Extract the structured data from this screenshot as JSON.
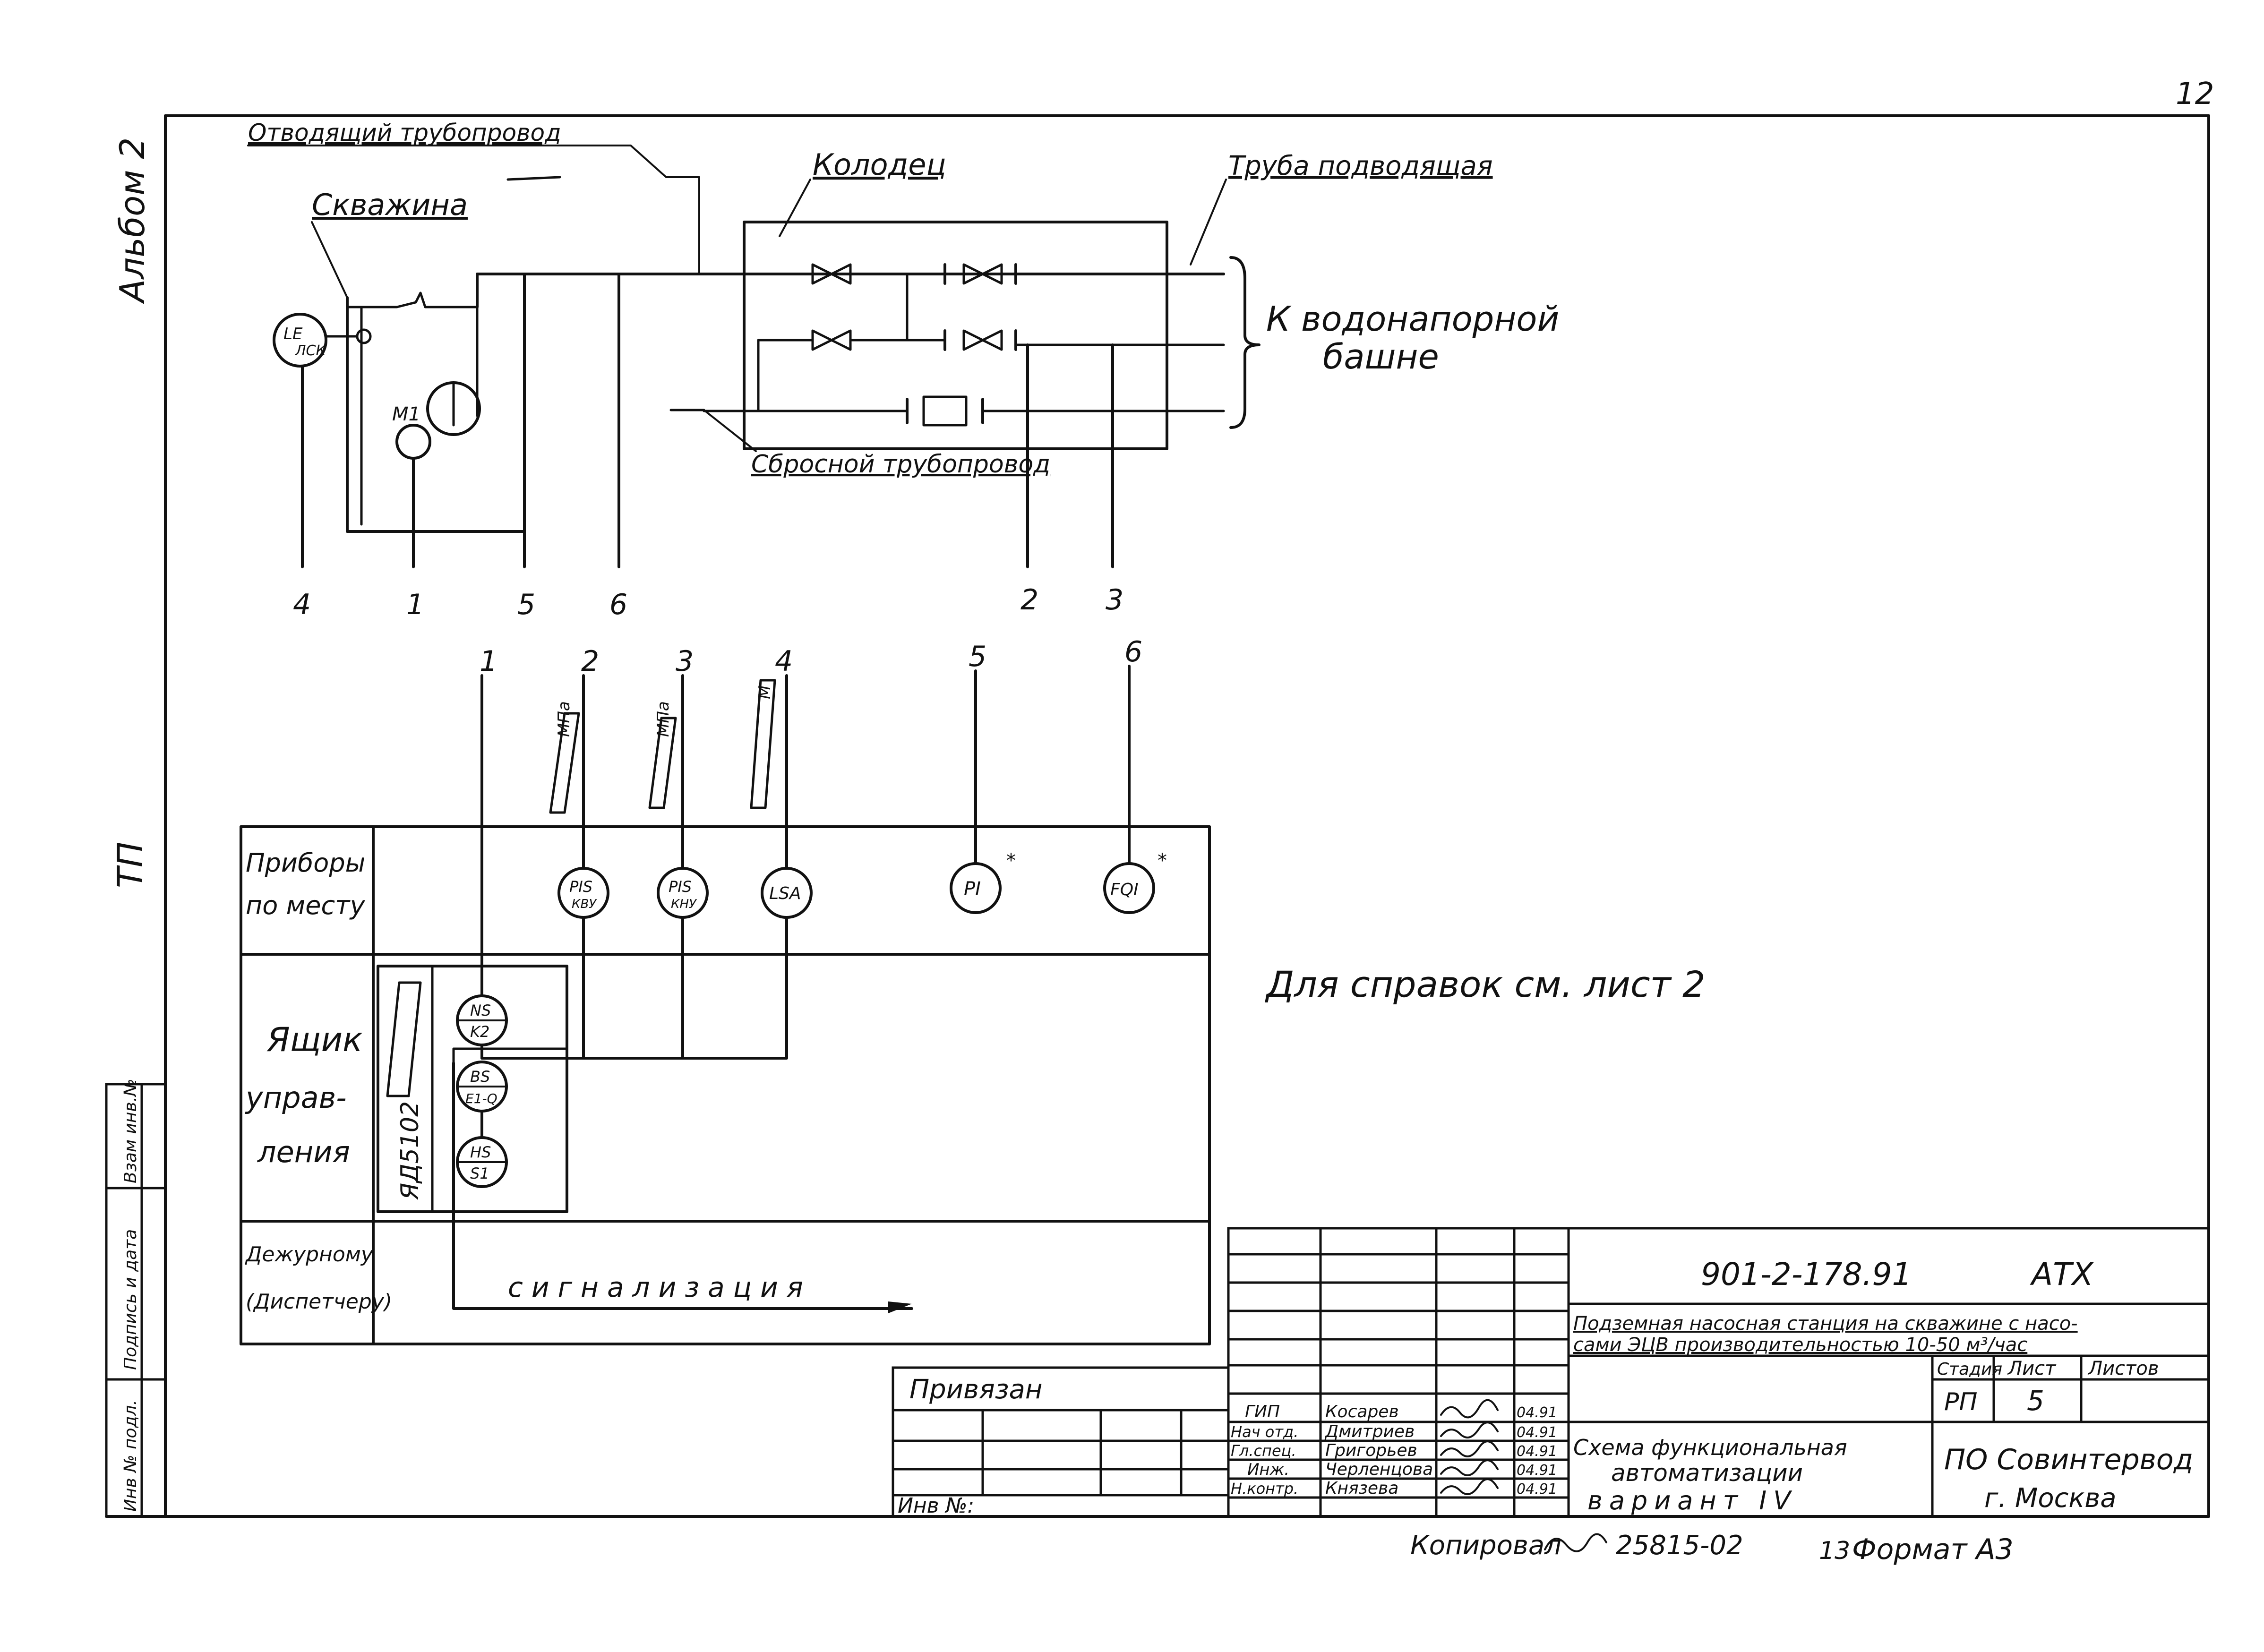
{
  "page_number": "12",
  "margin": {
    "album": "Альбом 2",
    "series": "ТП",
    "stamp": [
      "Инв № подл.",
      "Подпись и дата",
      "Взам инв.№"
    ]
  },
  "scheme": {
    "labels": {
      "outgoing_pipe": "Отводящий трубопровод",
      "borehole": "Скважина",
      "well": "Колодец",
      "inlet_pipe": "Труба подводящая",
      "to_tower": "К водонапорной башне",
      "discharge_pipe": "Сбросной трубопровод",
      "motor": "М1"
    },
    "sensor_le": [
      "LE",
      "ЛСК"
    ],
    "line_numbers_top": [
      "4",
      "1",
      "5",
      "6",
      "2",
      "3"
    ],
    "line_numbers_mid": [
      "1",
      "2",
      "3",
      "4",
      "5",
      "6"
    ],
    "valve_tags": [
      "МПа",
      "МПа",
      "М"
    ]
  },
  "table": {
    "rows": [
      {
        "name": "Приборы по месту",
        "lines": [
          "Приборы",
          "по месту"
        ]
      },
      {
        "name": "Ящик управления",
        "lines": [
          "Ящик",
          "управ-",
          "ления"
        ]
      },
      {
        "name": "Дежурному (Диспетчеру)",
        "lines": [
          "Дежурному",
          "(Диспетчеру)"
        ]
      }
    ],
    "local_devices": [
      {
        "id": "PIS-KBY",
        "top": "PIS",
        "bottom": "КВУ"
      },
      {
        "id": "PIS-KNU",
        "top": "PIS",
        "bottom": "КНУ"
      },
      {
        "id": "LSA",
        "top": "LSA",
        "bottom": ""
      },
      {
        "id": "PI",
        "top": "PI",
        "bottom": "",
        "mark": "*"
      },
      {
        "id": "FQI",
        "top": "FQI",
        "bottom": "",
        "mark": "*"
      }
    ],
    "box_label": "ЯД5102",
    "box_devices": [
      {
        "id": "NS-K2",
        "top": "NS",
        "bottom": "K2"
      },
      {
        "id": "BS-E1",
        "top": "BS",
        "bottom": "E1-Q"
      },
      {
        "id": "HS-S1",
        "top": "HS",
        "bottom": "S1"
      }
    ],
    "signal_label": "сигнализация"
  },
  "reference_note": "Для справок см. лист 2",
  "title_block": {
    "doc_code": "901-2-178.91",
    "doc_type": "АТХ",
    "project_title": "Подземная насосная станция на скважине с насосами ЭЦВ производительностью 10-50 м³/час",
    "stage_header": "Стадия",
    "sheet_header": "Лист",
    "sheets_header": "Листов",
    "stage_value": "РП",
    "sheet_value": "5",
    "drawing_title": [
      "Схема функциональная",
      "автоматизации",
      "вариант IV"
    ],
    "organization": [
      "ПО Совинтервод",
      "г. Москва"
    ],
    "attached_label": "Привязан",
    "inv_label": "Инв №:",
    "signers": [
      {
        "role": "ГИП",
        "name": "Косарев",
        "date": "04.91"
      },
      {
        "role": "Нач отд.",
        "name": "Дмитриев",
        "date": "04.91"
      },
      {
        "role": "Гл.спец.",
        "name": "Григорьев",
        "date": "04.91"
      },
      {
        "role": "Инж.",
        "name": "Черленцова",
        "date": "04.91"
      },
      {
        "role": "Н.контр.",
        "name": "Князева",
        "date": "04.91"
      }
    ]
  },
  "footer": {
    "copied": "Копировал",
    "order_number": "25815-02",
    "sheet_index": "13",
    "format": "Формат А3"
  }
}
